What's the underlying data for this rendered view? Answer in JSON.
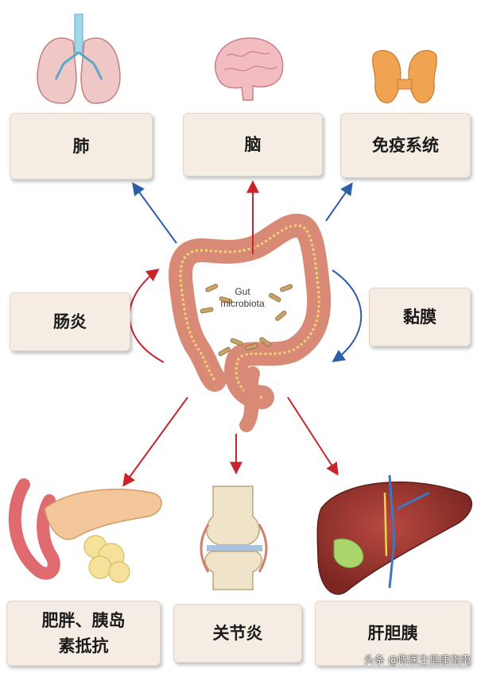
{
  "organs": {
    "lung": "肺",
    "brain": "脑",
    "immune": "免疫系统",
    "colitis": "肠炎",
    "mucosa": "黏膜",
    "obesity_line1": "肥胖、胰岛",
    "obesity_line2": "素抵抗",
    "arthritis": "关节炎",
    "liver": "肝胆胰"
  },
  "center": {
    "line1": "Gut",
    "line2": "microbiota"
  },
  "watermark": "头条 @陈医生健康指南",
  "colors": {
    "box_fill": "#f5ede4",
    "arrow_red": "#c8242b",
    "arrow_blue": "#2d5ea6",
    "colon": "#d98a76"
  }
}
